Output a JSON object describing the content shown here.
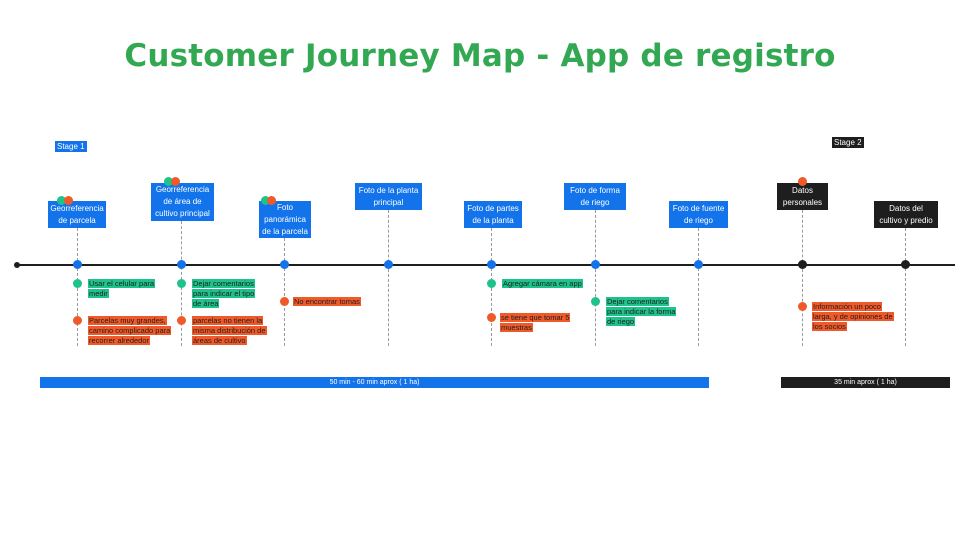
{
  "title": "Customer Journey Map - App de registro",
  "stages": {
    "stage1": "Stage 1",
    "stage2": "Stage 2"
  },
  "steps": [
    {
      "label": "Georreferencia de parcela",
      "stage": 1
    },
    {
      "label": "Georreferencia de área de cultivo principal",
      "stage": 1
    },
    {
      "label": "Foto panorámica de la parcela",
      "stage": 1
    },
    {
      "label": "Foto de la planta principal",
      "stage": 1
    },
    {
      "label": "Foto de partes de la planta",
      "stage": 1
    },
    {
      "label": "Foto de forma de riego",
      "stage": 1
    },
    {
      "label": "Foto de fuente de riego",
      "stage": 1
    },
    {
      "label": "Datos personales",
      "stage": 2
    },
    {
      "label": "Datos del cultivo y predio",
      "stage": 2
    }
  ],
  "notes": {
    "step1_positive": "Usar el celular para medir",
    "step1_negative": "Parcelas muy grandes, camino complicado para recorrer alrededor",
    "step2_positive": "Dejar comentarios para indicar el tipo de área",
    "step2_negative": "parcelas no tienen la misma distribución de áreas de cultivo",
    "step3_negative": "No encontrar tomas",
    "step5_positive": "Agregar cámara en app",
    "step5_negative": "se tiene que tomar 5 muestras",
    "step6_positive": "Dejar comentarios para indicar la forma de riego",
    "step8_negative": "Información un poco larga, y de opiniones de los socios"
  },
  "durations": {
    "stage1": "50 min - 60 min aprox ( 1 ha)",
    "stage2": "35 min aprox ( 1 ha)"
  },
  "colors": {
    "title": "#33a853",
    "stage1": "#1273eb",
    "stage2": "#1e1e1e",
    "positive": "#1ec38c",
    "negative": "#f05a2a"
  }
}
